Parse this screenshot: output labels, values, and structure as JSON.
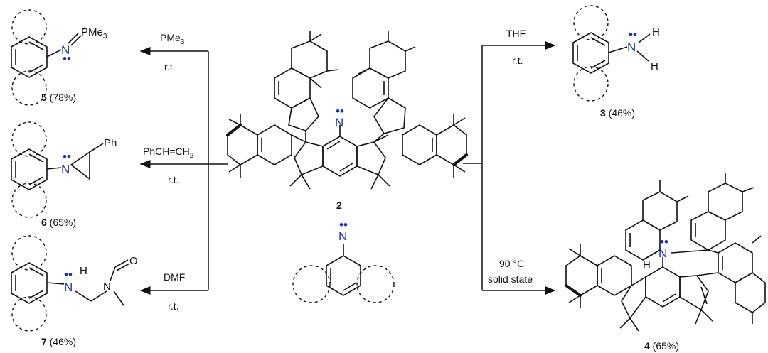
{
  "reactions": {
    "pme3": {
      "reagent": "PMe",
      "reagent_sub": "3",
      "conditions": "r.t."
    },
    "styrene": {
      "reagent": "PhCH=CH",
      "reagent_sub": "2",
      "conditions": "r.t."
    },
    "dmf": {
      "reagent": "DMF",
      "conditions": "r.t."
    },
    "thf": {
      "reagent": "THF",
      "conditions": "r.t."
    },
    "heat": {
      "reagent": "90 °C",
      "conditions": "solid state"
    }
  },
  "compounds": {
    "c5": {
      "number": "5",
      "yield": " (78%)"
    },
    "c6": {
      "number": "6",
      "yield": " (65%)"
    },
    "c7": {
      "number": "7",
      "yield": " (46%)"
    },
    "c3": {
      "number": "3",
      "yield": " (46%)"
    },
    "c4": {
      "number": "4",
      "yield": " (65%)"
    },
    "c2": {
      "number": "2"
    }
  },
  "atoms": {
    "N": "N",
    "H": "H",
    "O": "O",
    "P": "P",
    "Me": "Me",
    "sub3": "3",
    "Ph": "Ph",
    "dots": "••"
  },
  "colors": {
    "nitrogen": "#1a2fb3",
    "ink": "#111111"
  }
}
